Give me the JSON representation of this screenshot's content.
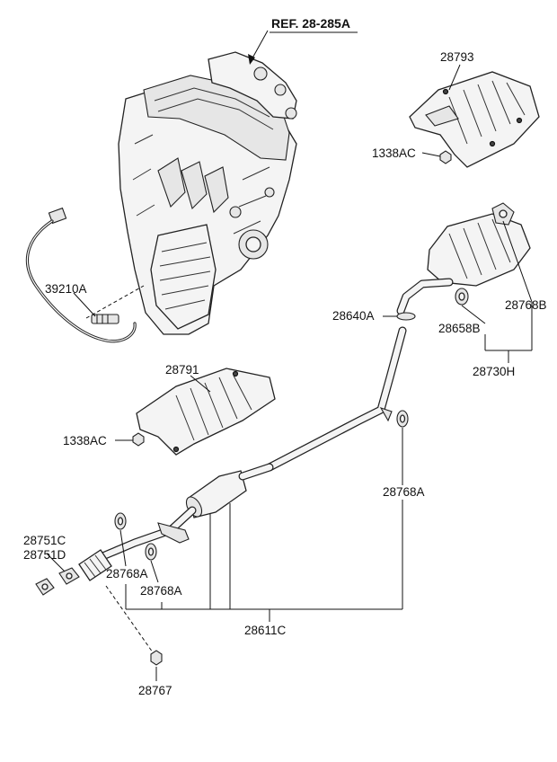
{
  "labels": {
    "ref": "REF. 28-285A",
    "p28793": "28793",
    "p1338ac_top": "1338AC",
    "p39210a": "39210A",
    "p28640a": "28640A",
    "p28768b": "28768B",
    "p28658b": "28658B",
    "p28730h": "28730H",
    "p28791": "28791",
    "p1338ac_mid": "1338AC",
    "p28768a_right": "28768A",
    "p28751c": "28751C",
    "p28751d": "28751D",
    "p28768a_left1": "28768A",
    "p28768a_left2": "28768A",
    "p28611c": "28611C",
    "p28767": "28767"
  }
}
